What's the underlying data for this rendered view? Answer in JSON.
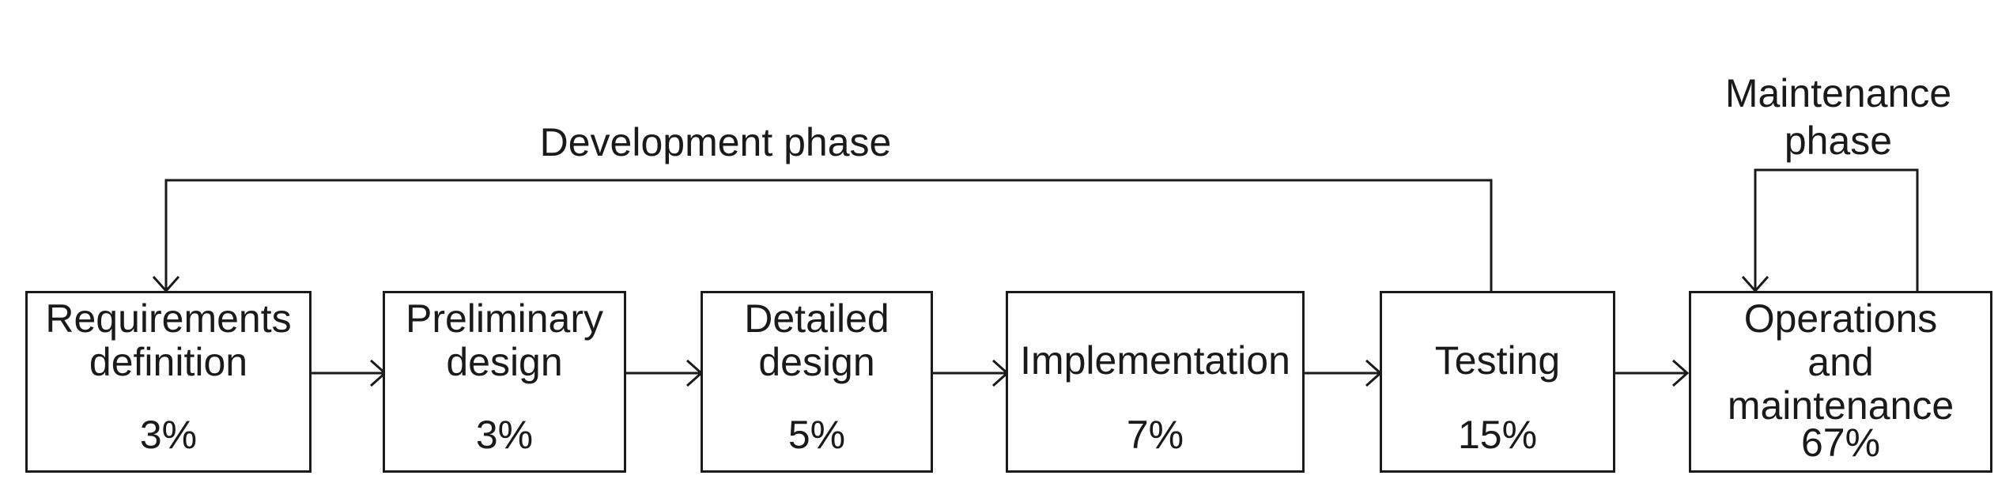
{
  "diagram": {
    "phases": {
      "development": "Development phase",
      "maintenance": "Maintenance\nphase"
    },
    "steps": [
      {
        "title": "Requirements\ndefinition",
        "percent": "3%"
      },
      {
        "title": "Preliminary\ndesign",
        "percent": "3%"
      },
      {
        "title": "Detailed\ndesign",
        "percent": "5%"
      },
      {
        "title": "Implementation",
        "percent": "7%"
      },
      {
        "title": "Testing",
        "percent": "15%"
      },
      {
        "title": "Operations\nand\nmaintenance",
        "percent": "67%"
      }
    ]
  }
}
